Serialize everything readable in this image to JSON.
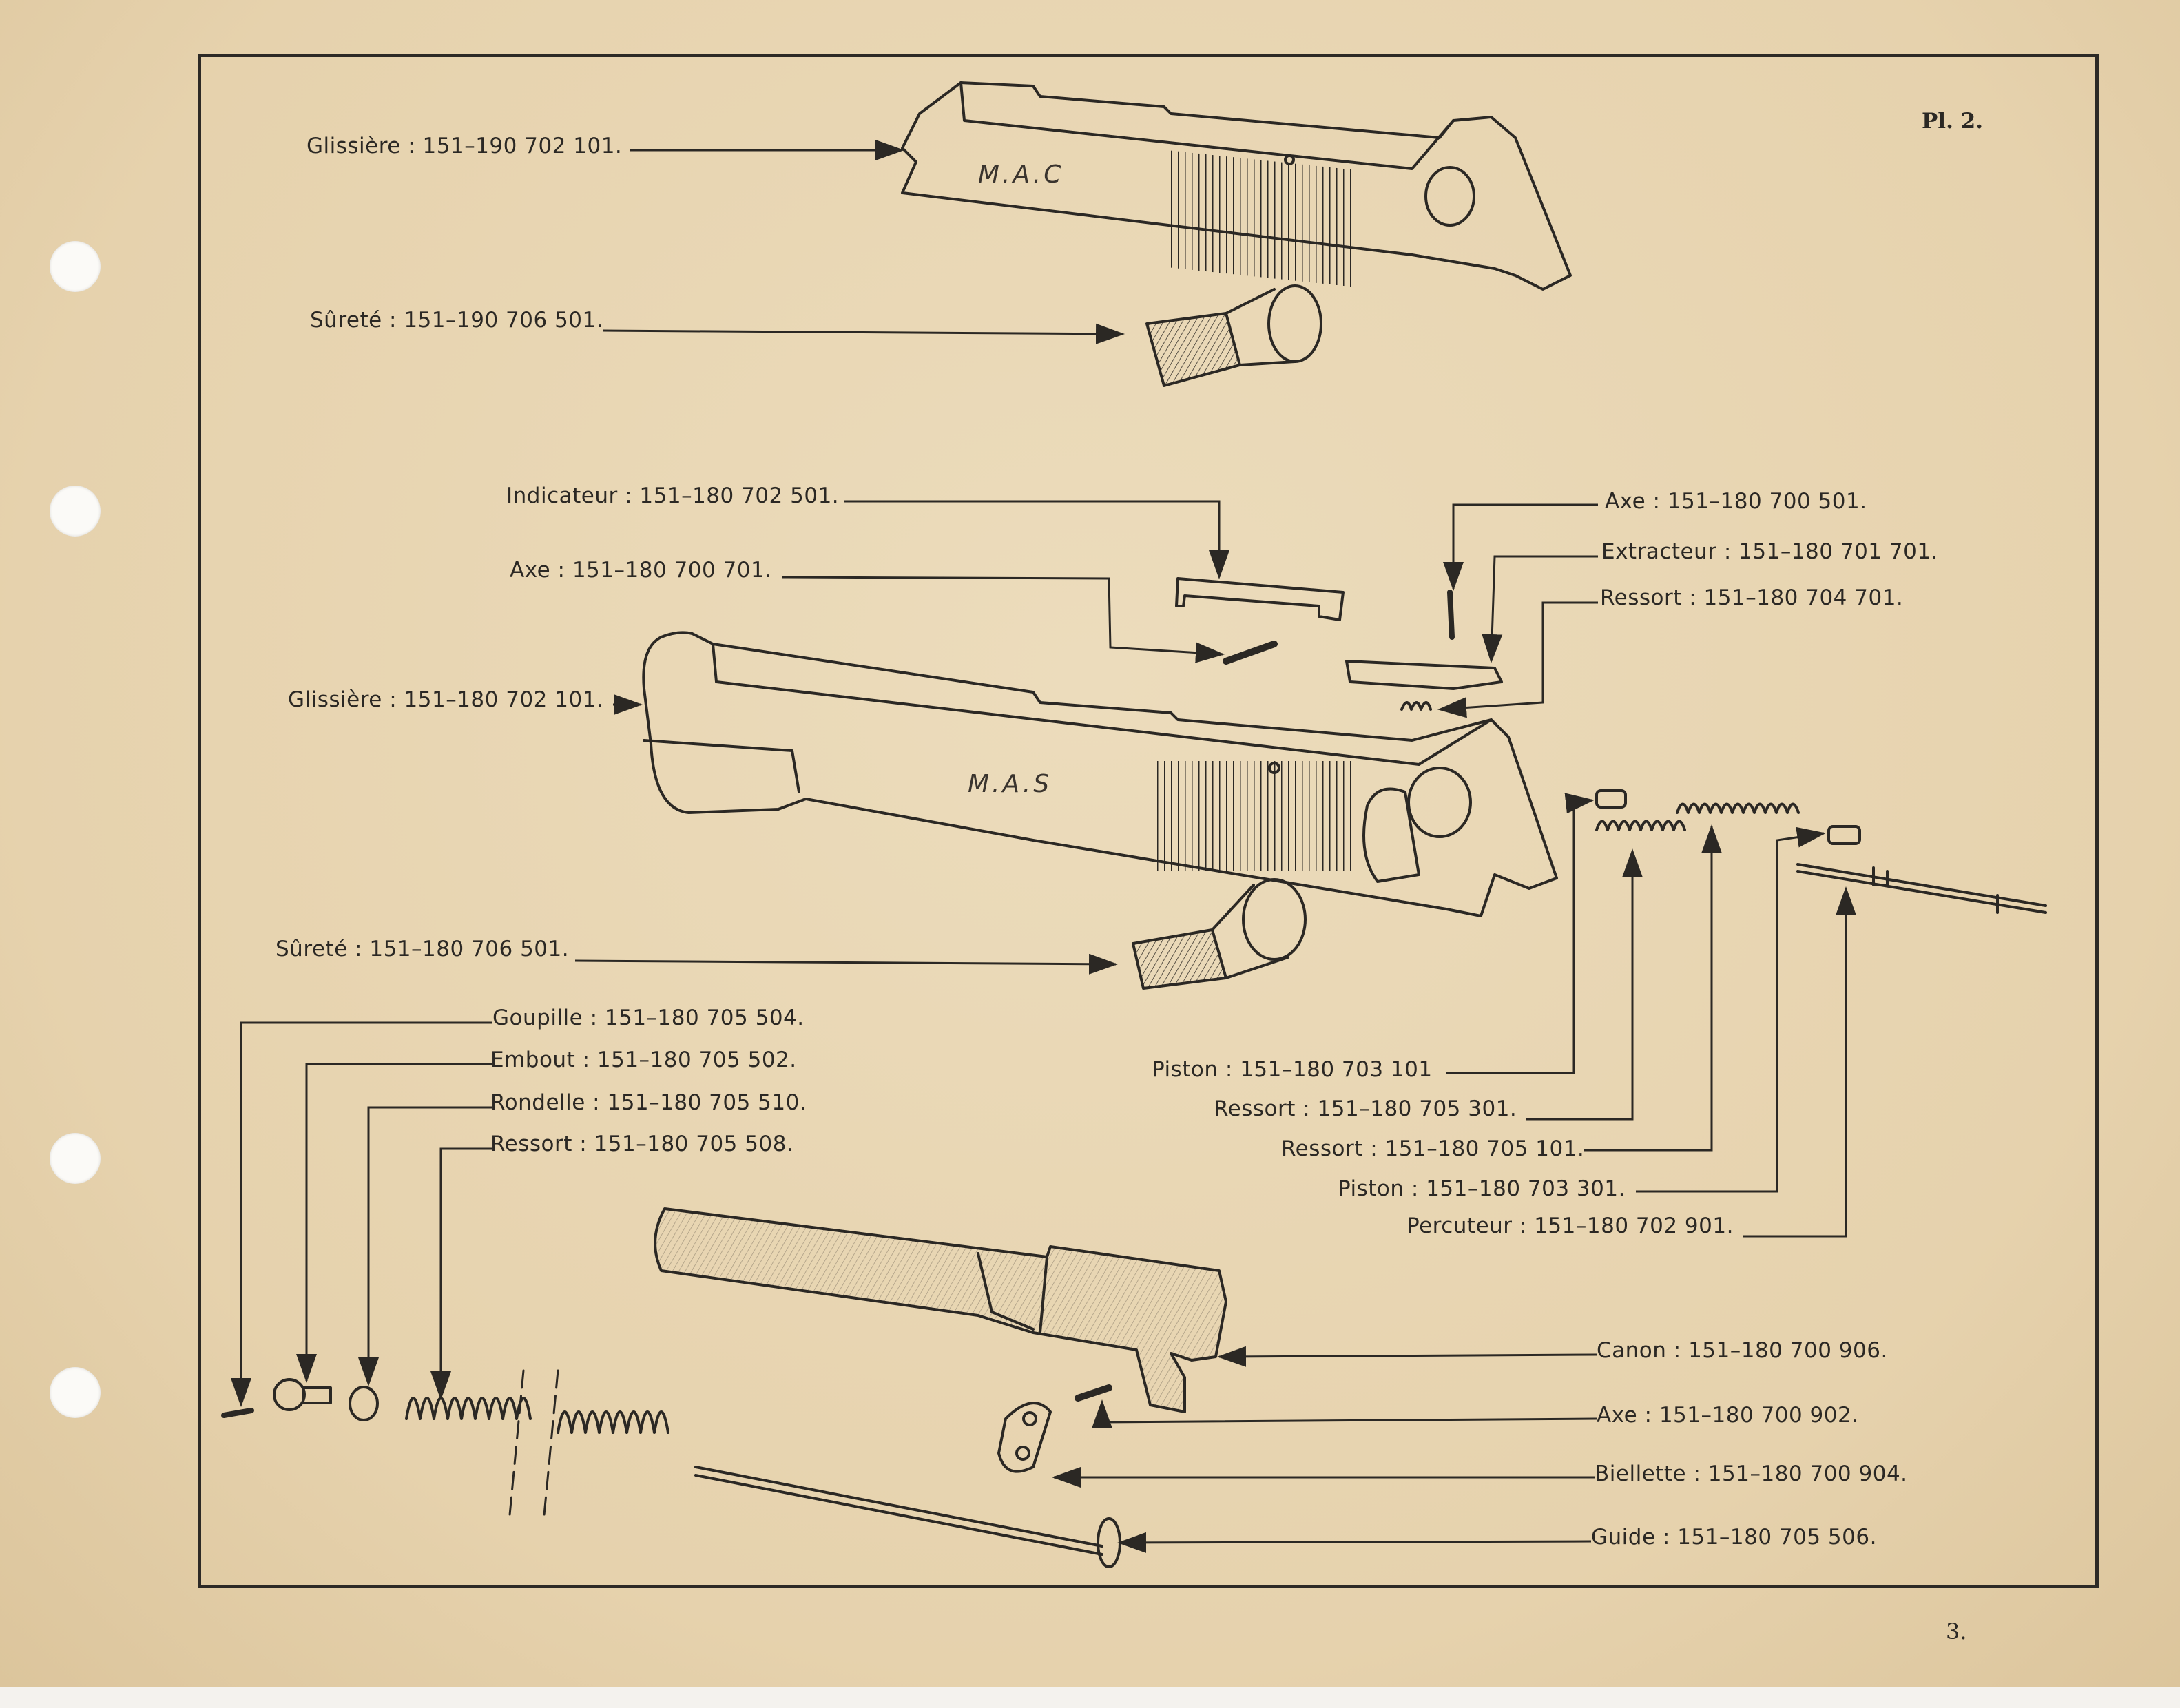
{
  "page": {
    "plate": "Pl. 2.",
    "page_number": "3.",
    "colors": {
      "paper": "#e9d7b6",
      "ink": "#2b2824"
    }
  },
  "parts": {
    "upper": [
      {
        "name": "Glissière",
        "ref": "151–190 702 101."
      },
      {
        "name": "Sûreté",
        "ref": "151–190 706 501."
      }
    ],
    "slide_group_left": [
      {
        "name": "Indicateur",
        "ref": "151–180 702 501."
      },
      {
        "name": "Axe",
        "ref": "151–180 700 701."
      },
      {
        "name": "Glissière",
        "ref": "151–180 702 101."
      },
      {
        "name": "Sûreté",
        "ref": "151–180 706 501."
      }
    ],
    "slide_group_right": [
      {
        "name": "Axe",
        "ref": "151–180 700 501."
      },
      {
        "name": "Extracteur",
        "ref": "151–180 701 701."
      },
      {
        "name": "Ressort",
        "ref": "151–180 704 701."
      }
    ],
    "firing_pin_group": [
      {
        "name": "Piston",
        "ref": "151–180 703 101"
      },
      {
        "name": "Ressort",
        "ref": "151–180 705 301."
      },
      {
        "name": "Ressort",
        "ref": "151–180 705 101."
      },
      {
        "name": "Piston",
        "ref": "151–180 703 301."
      },
      {
        "name": "Percuteur",
        "ref": "151–180 702 901."
      }
    ],
    "recoil_group": [
      {
        "name": "Goupille",
        "ref": "151–180 705 504."
      },
      {
        "name": "Embout",
        "ref": "151–180 705 502."
      },
      {
        "name": "Rondelle",
        "ref": "151–180 705 510."
      },
      {
        "name": "Ressort",
        "ref": "151–180 705 508."
      }
    ],
    "barrel_group": [
      {
        "name": "Canon",
        "ref": "151–180 700 906."
      },
      {
        "name": "Axe",
        "ref": "151–180 700 902."
      },
      {
        "name": "Biellette",
        "ref": "151–180 700 904."
      },
      {
        "name": "Guide",
        "ref": "151–180 705 506."
      }
    ]
  },
  "stamps": {
    "upper_slide": "M.A.C",
    "lower_slide": "M.A.S"
  }
}
